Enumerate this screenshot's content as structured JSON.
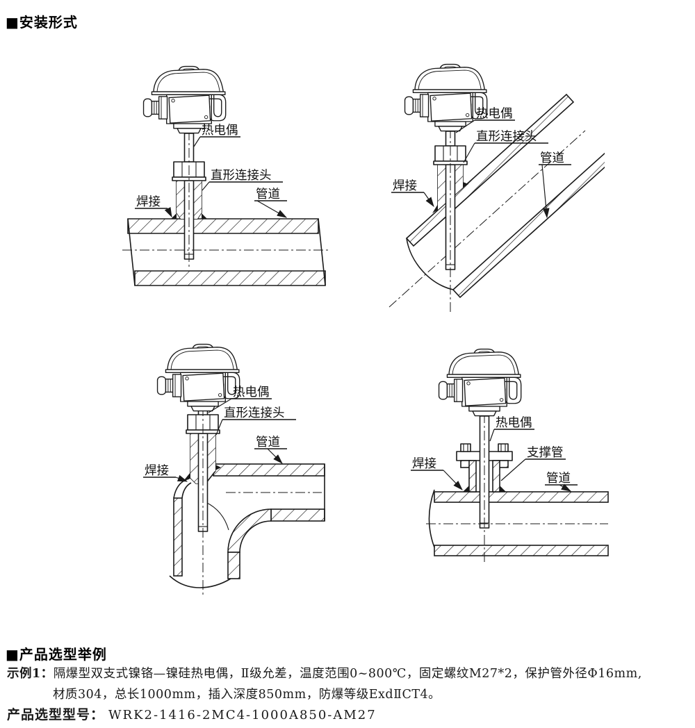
{
  "sections": {
    "install_title": "■安装形式",
    "selection_title": "■产品选型举例",
    "example": {
      "label": "示例1：",
      "line1": "隔爆型双支式镍铬—镍硅热电偶，Ⅱ级允差，温度范围0~800℃，固定螺纹M27*2，保护管外径Φ16mm,",
      "line2": "材质304，总长1000mm，插入深度850mm，防爆等级ExdⅡCT4。",
      "model_label": "产品选型型号：",
      "model_value": "WRK2-1416-2MC4-1000A850-AM27"
    }
  },
  "diagrams": [
    {
      "labels": {
        "thermocouple": "热电偶",
        "connector": "直形连接头",
        "weld": "焊接",
        "pipe": "管道"
      }
    },
    {
      "labels": {
        "thermocouple": "热电偶",
        "connector": "直形连接头",
        "weld": "焊接",
        "pipe": "管道"
      }
    },
    {
      "labels": {
        "thermocouple": "热电偶",
        "connector": "直形连接头",
        "weld": "焊接",
        "pipe": "管道"
      }
    },
    {
      "labels": {
        "thermocouple": "热电偶",
        "support_tube": "支撑管",
        "weld": "焊接",
        "pipe": "管道"
      }
    }
  ]
}
